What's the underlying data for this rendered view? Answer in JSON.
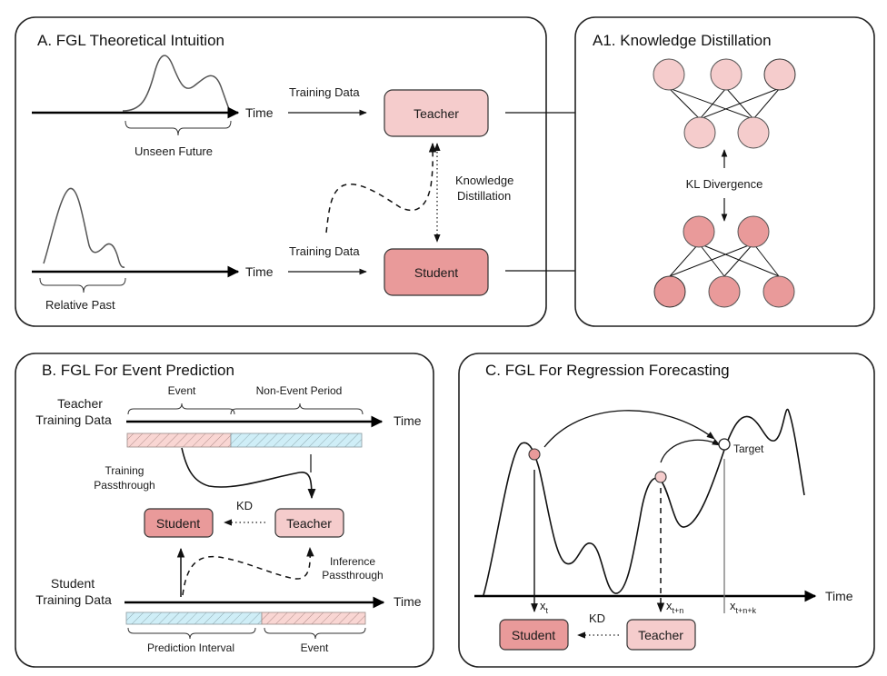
{
  "colors": {
    "teacher_fill": "#f5cccc",
    "student_fill": "#e99a9a",
    "event_hatch": "#f9d6d3",
    "non_event_hatch": "#cfeef7",
    "target_point": "#ffffff"
  },
  "panel_a": {
    "title": "A. FGL Theoretical Intuition",
    "top_time_label": "Time",
    "bottom_time_label": "Time",
    "unseen_future_label": "Unseen Future",
    "relative_past_label": "Relative Past",
    "training_data_top": "Training Data",
    "training_data_bottom": "Training Data",
    "teacher_label": "Teacher",
    "student_label": "Student",
    "kd_label_line1": "Knowledge",
    "kd_label_line2": "Distillation"
  },
  "panel_a1": {
    "title": "A1. Knowledge Distillation",
    "kl_label": "KL Divergence",
    "teacher_network": {
      "top_layer_nodes": 3,
      "bottom_layer_nodes": 2
    },
    "student_network": {
      "top_layer_nodes": 2,
      "bottom_layer_nodes": 3
    }
  },
  "panel_b": {
    "title": "B. FGL For Event Prediction",
    "teacher_data_line1": "Teacher",
    "teacher_data_line2": "Training Data",
    "event_label_top": "Event",
    "non_event_label": "Non-Event Period",
    "time_label_top": "Time",
    "training_passthrough_line1": "Training",
    "training_passthrough_line2": "Passthrough",
    "kd_label": "KD",
    "student_label": "Student",
    "teacher_label": "Teacher",
    "inference_passthrough_line1": "Inference",
    "inference_passthrough_line2": "Passthrough",
    "student_data_line1": "Student",
    "student_data_line2": "Training Data",
    "time_label_bottom": "Time",
    "prediction_interval_label": "Prediction Interval",
    "event_label_bottom": "Event"
  },
  "panel_c": {
    "title": "C. FGL For Regression Forecasting",
    "target_label": "Target",
    "time_label": "Time",
    "x_t": "x",
    "x_t_sub": "t",
    "x_tn": "x",
    "x_tn_sub": "t+n",
    "x_tnk": "x",
    "x_tnk_sub": "t+n+k",
    "kd_label": "KD",
    "student_label": "Student",
    "teacher_label": "Teacher"
  }
}
